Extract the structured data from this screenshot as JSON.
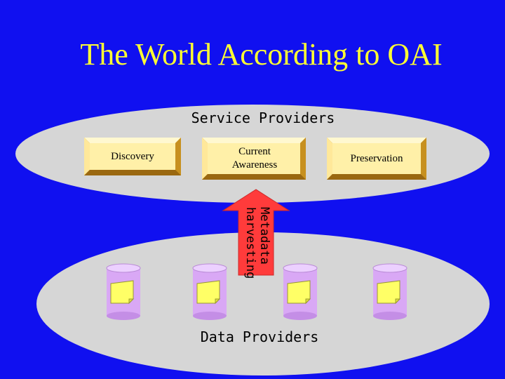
{
  "title": "The World According to OAI",
  "service_providers": {
    "label": "Service Providers",
    "services": [
      {
        "label": "Discovery"
      },
      {
        "label": "Current Awareness"
      },
      {
        "label": "Preservation"
      }
    ]
  },
  "harvest_arrow": {
    "label": "Metadata harvesting",
    "color": "#ff3b3b"
  },
  "data_providers": {
    "label": "Data Providers",
    "repositories": 4
  },
  "colors": {
    "background": "#1010f0",
    "title": "#ffff33",
    "ellipse": "#d6d6d6",
    "service_box": "#fff0a8",
    "repository": "#d9a8f5",
    "document": "#ffff66"
  }
}
